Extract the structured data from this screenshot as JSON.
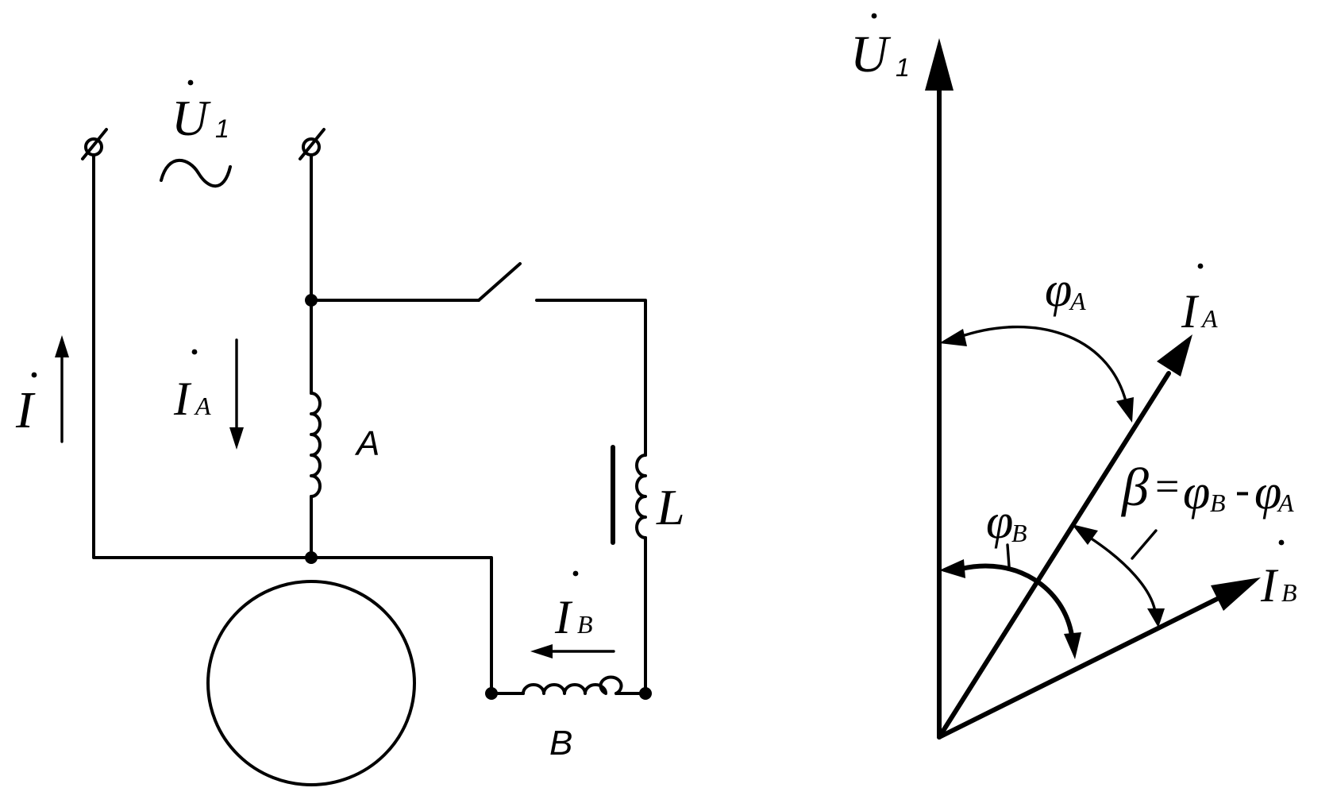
{
  "circuit": {
    "supply_voltage": {
      "symbol": "U",
      "subscript": "1"
    },
    "supply_current": {
      "symbol": "I"
    },
    "branch_a_current": {
      "symbol": "I",
      "subscript": "A"
    },
    "branch_b_current": {
      "symbol": "I",
      "subscript": "B"
    },
    "winding_a_label": "A",
    "winding_b_label": "B",
    "inductor_label": "L"
  },
  "phasor": {
    "voltage": {
      "symbol": "U",
      "subscript": "1"
    },
    "current_a": {
      "symbol": "I",
      "subscript": "A"
    },
    "current_b": {
      "symbol": "I",
      "subscript": "B"
    },
    "angle_a": {
      "symbol": "φ",
      "subscript": "A"
    },
    "angle_b": {
      "symbol": "φ",
      "subscript": "B"
    },
    "angle_beta": {
      "symbol": "β",
      "equals": "=",
      "term1": "φ",
      "term1_sub": "B",
      "minus": "-",
      "term2": "φ",
      "term2_sub": "A"
    }
  }
}
